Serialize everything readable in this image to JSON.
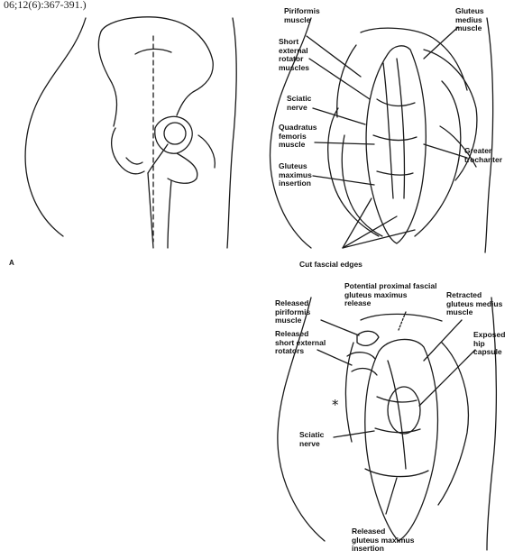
{
  "caption": "06;12(6):367-391.)",
  "panel_letter": "A",
  "asterisk": "*",
  "panel_b_labels": {
    "piriformis": "Piriformis\nmuscle",
    "short_rotators": "Short\nexternal\nrotator\nmuscles",
    "sciatic": "Sciatic\nnerve",
    "quadratus": "Quadratus\nfemoris\nmuscle",
    "gluteus_insertion": "Gluteus\nmaximus\ninsertion",
    "gluteus_medius": "Gluteus\nmedius\nmuscle",
    "greater_trochanter": "Greater\ntrochanter",
    "cut_fascial": "Cut fascial edges"
  },
  "panel_c_labels": {
    "proximal_release": "Potential proximal fascial\ngluteus maximus\nrelease",
    "released_piriformis": "Released\npiriformis\nmuscle",
    "released_short": "Released\nshort external\nrotators",
    "retracted_medius": "Retracted\ngluteus medius\nmuscle",
    "exposed_capsule": "Exposed\nhip\ncapsule",
    "sciatic": "Sciatic\nnerve",
    "released_insertion": "Released\ngluteus maximus\ninsertion"
  },
  "colors": {
    "ink": "#111111",
    "background": "#ffffff"
  }
}
